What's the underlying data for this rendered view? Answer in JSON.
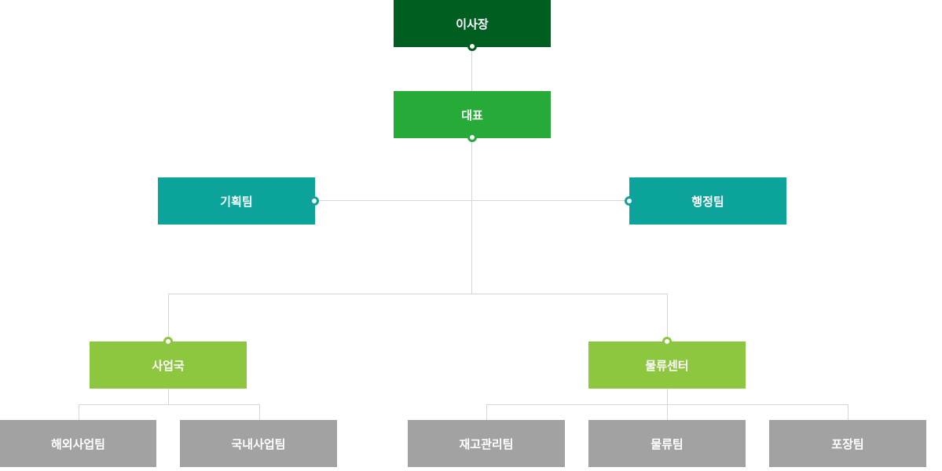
{
  "nodes": {
    "chairman": "이사장",
    "ceo": "대표",
    "planning_team": "기획팀",
    "admin_team": "행정팀",
    "business_bureau": "사업국",
    "logistics_center": "물류센터",
    "overseas_business_team": "해외사업팀",
    "domestic_business_team": "국내사업팀",
    "inventory_team": "재고관리팀",
    "logistics_team": "물류팀",
    "packaging_team": "포장팀"
  },
  "colors": {
    "level1": "#005f20",
    "level2": "#26ab38",
    "staff": "#0ca39b",
    "division": "#8dc63f",
    "team": "#a2a2a2",
    "connector": "#d6d6d6"
  }
}
